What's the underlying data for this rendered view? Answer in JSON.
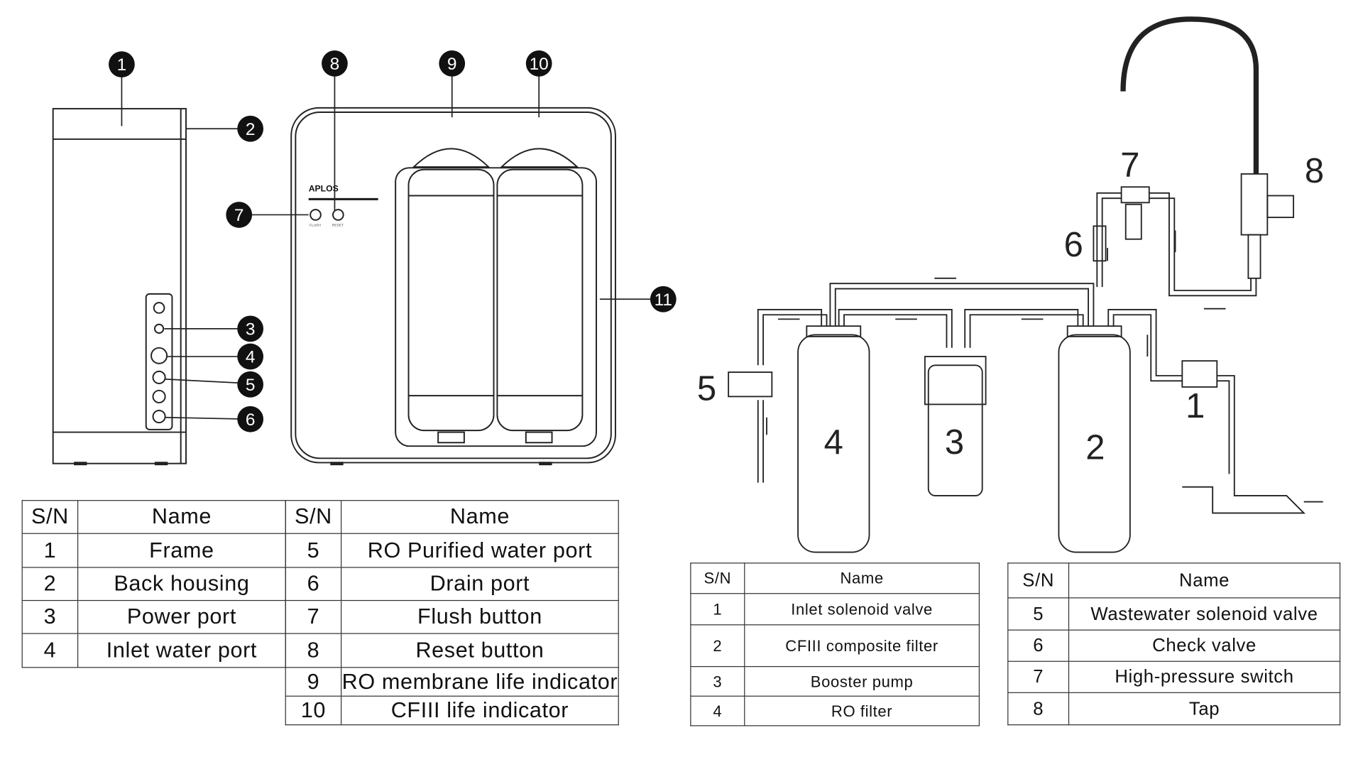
{
  "device": {
    "brand": "APLOS",
    "buttons": [
      "FLUSH",
      "RESET"
    ],
    "callouts": [
      "1",
      "2",
      "3",
      "4",
      "5",
      "6",
      "7",
      "8",
      "9",
      "10",
      "11"
    ]
  },
  "flow": {
    "labels": [
      "1",
      "2",
      "3",
      "4",
      "5",
      "6",
      "7",
      "8"
    ]
  },
  "table1": {
    "headers": [
      "S/N",
      "Name",
      "S/N",
      "Name"
    ],
    "left_rows": [
      [
        "1",
        "Frame"
      ],
      [
        "2",
        "Back housing"
      ],
      [
        "3",
        "Power port"
      ],
      [
        "4",
        "Inlet water port"
      ]
    ],
    "right_rows": [
      [
        "5",
        "RO Purified water port"
      ],
      [
        "6",
        "Drain port"
      ],
      [
        "7",
        "Flush button"
      ],
      [
        "8",
        "Reset button"
      ],
      [
        "9",
        "RO membrane life indicator"
      ],
      [
        "10",
        "CFIII life indicator"
      ]
    ]
  },
  "table2": {
    "headers": [
      "S/N",
      "Name"
    ],
    "rows": [
      [
        "1",
        "Inlet solenoid valve"
      ],
      [
        "2",
        "CFIII composite filter"
      ],
      [
        "3",
        "Booster pump"
      ],
      [
        "4",
        "RO filter"
      ]
    ]
  },
  "table3": {
    "headers": [
      "S/N",
      "Name"
    ],
    "rows": [
      [
        "5",
        "Wastewater solenoid valve"
      ],
      [
        "6",
        "Check valve"
      ],
      [
        "7",
        "High-pressure switch"
      ],
      [
        "8",
        "Tap"
      ]
    ]
  }
}
